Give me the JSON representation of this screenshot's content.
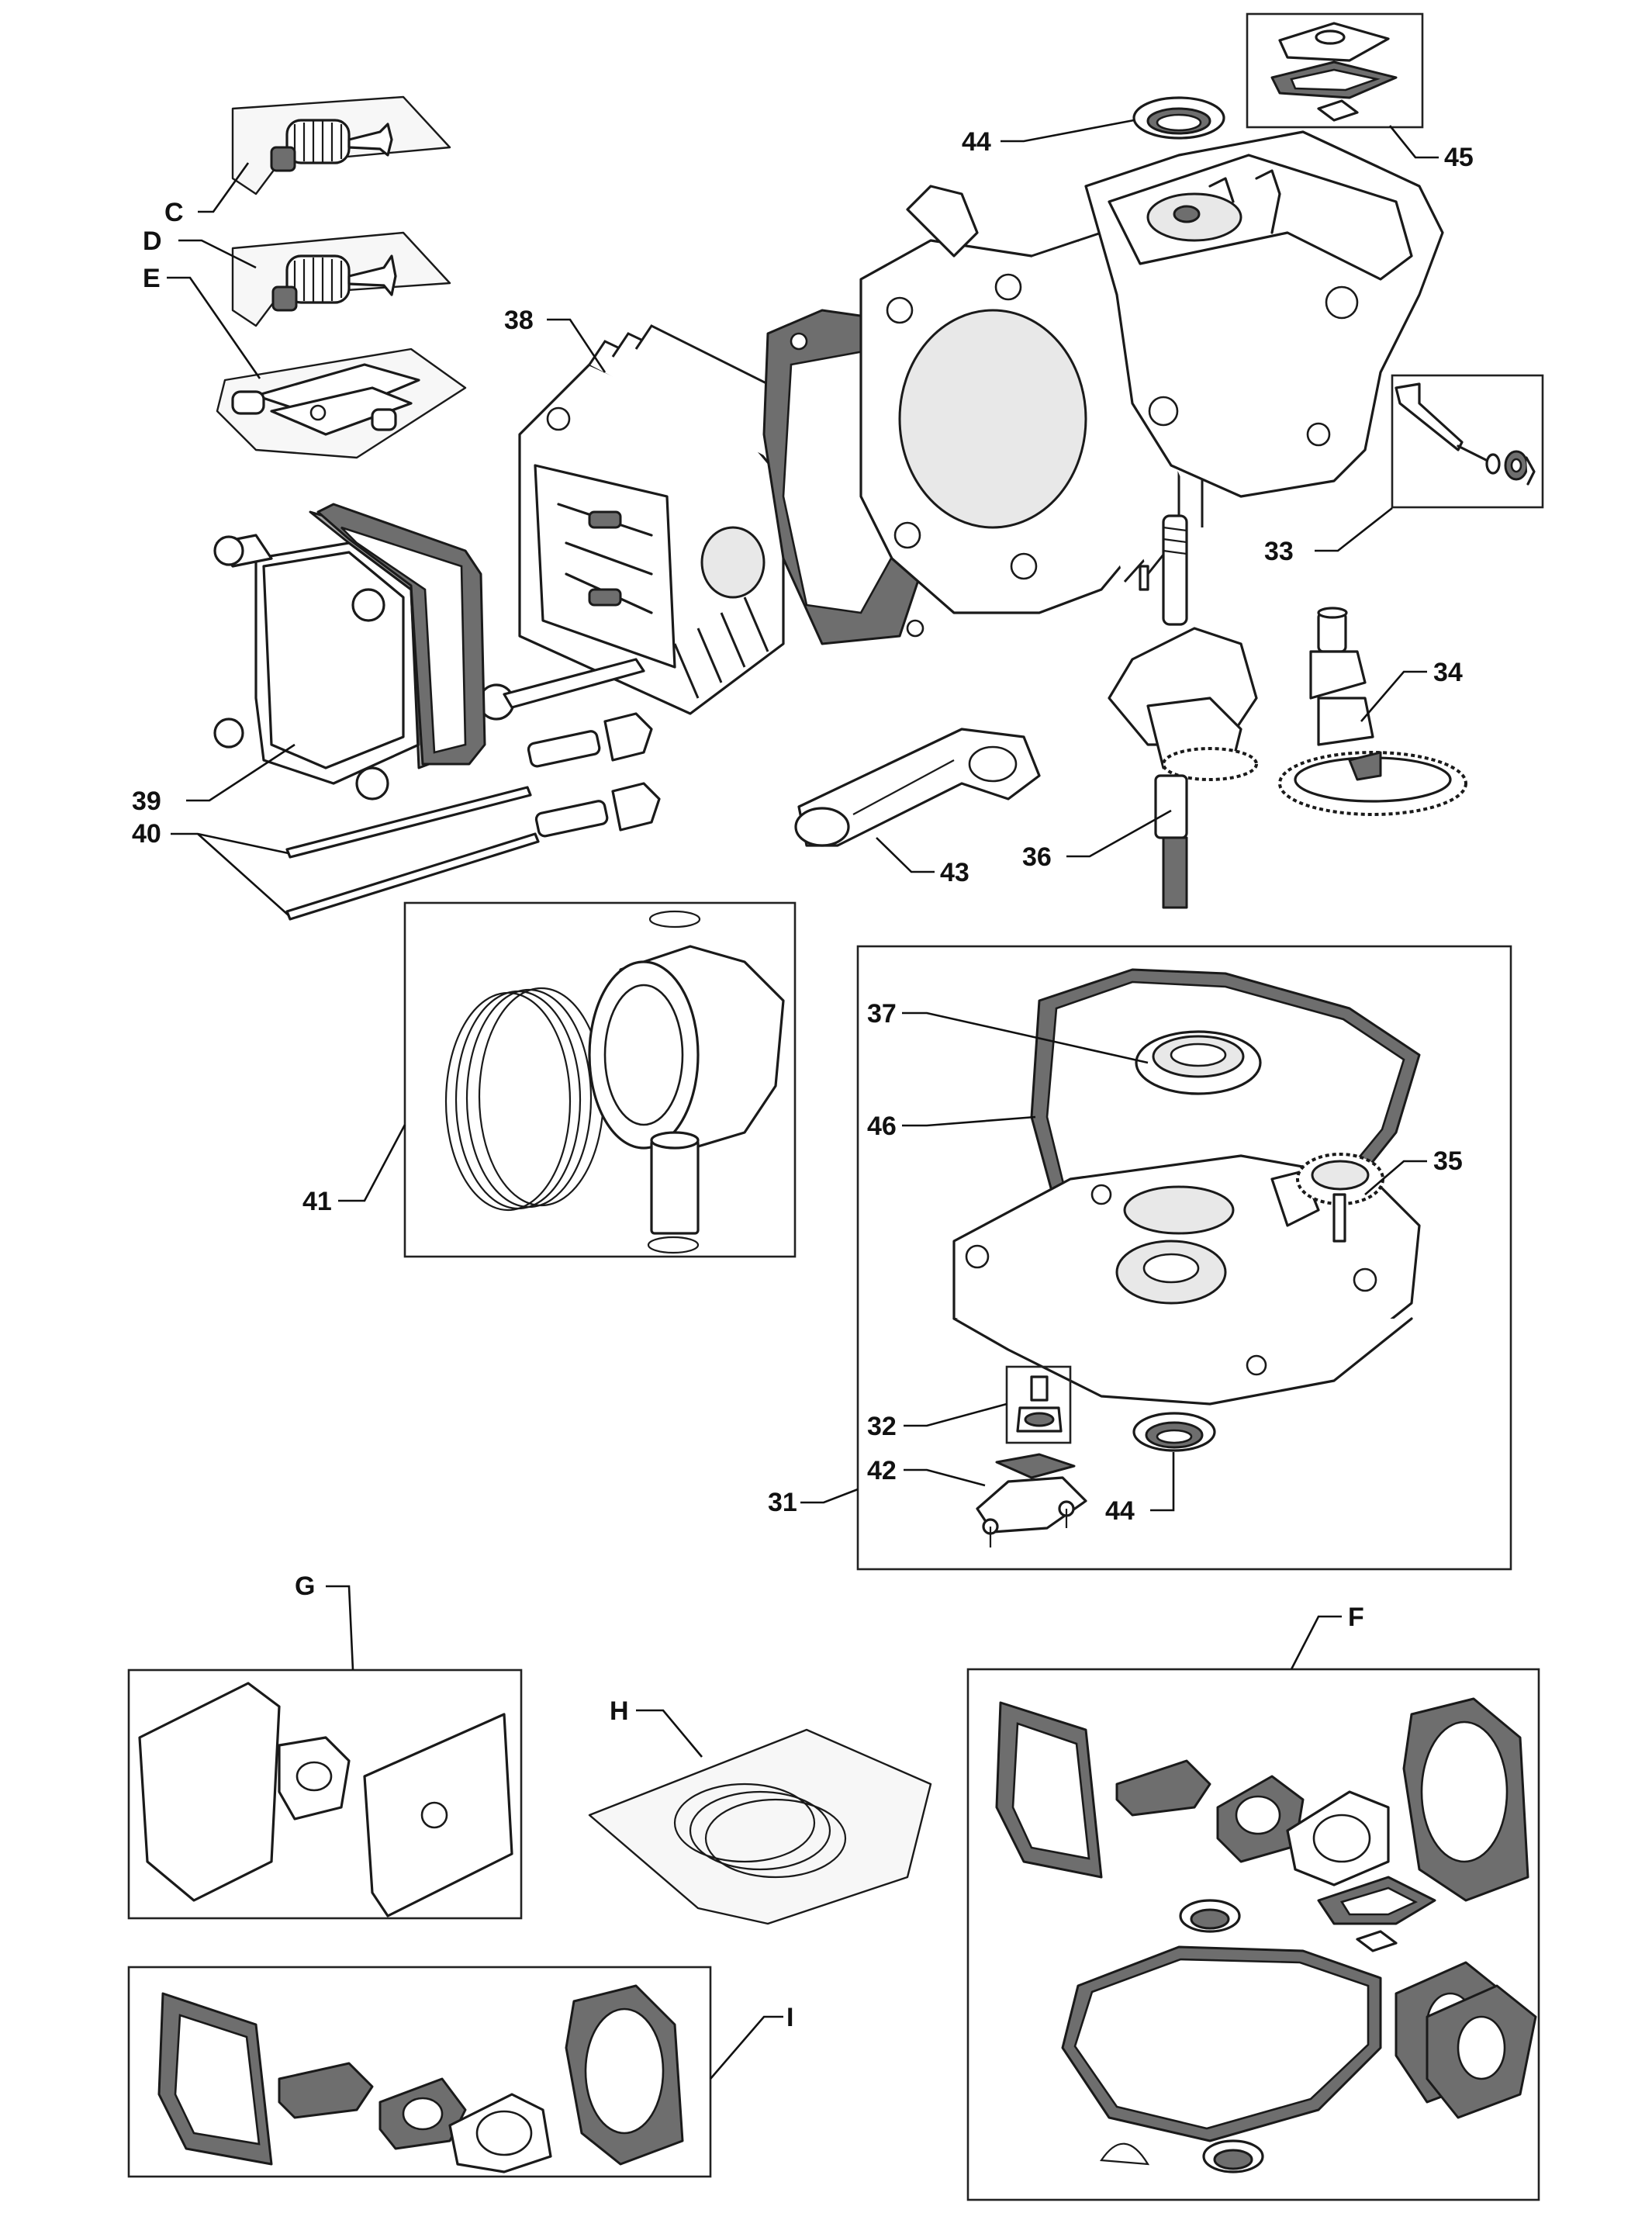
{
  "diagram": {
    "labels": {
      "C": "C",
      "D": "D",
      "E": "E",
      "p38": "38",
      "p44a": "44",
      "p45": "45",
      "p33": "33",
      "p34": "34",
      "p36": "36",
      "p43": "43",
      "p39": "39",
      "p40": "40",
      "p41": "41",
      "p37": "37",
      "p46": "46",
      "p35": "35",
      "p32": "32",
      "p42": "42",
      "p44b": "44",
      "p31": "31",
      "G": "G",
      "F": "F",
      "H": "H",
      "I": "I"
    }
  }
}
